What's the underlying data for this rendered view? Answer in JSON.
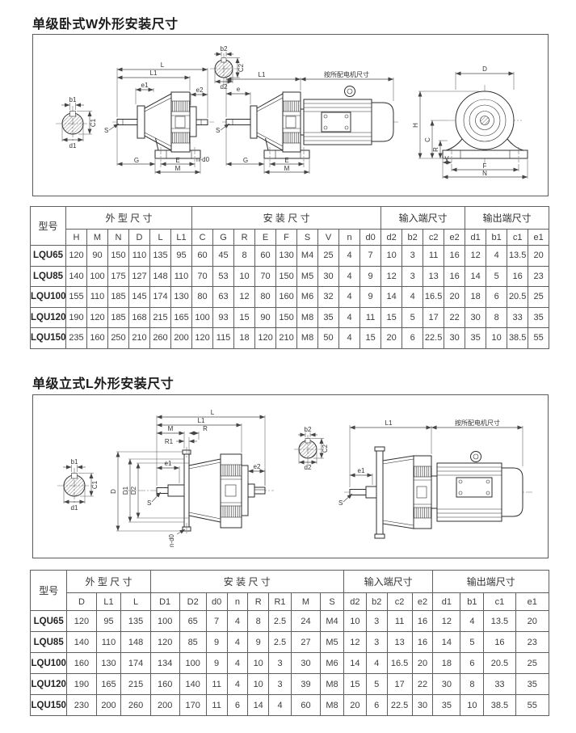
{
  "sections": [
    {
      "title": "单级卧式W外形安装尺寸",
      "table": {
        "model_col_header": "型号",
        "groups": [
          {
            "label": "外 型 尺 寸",
            "cols": [
              "H",
              "M",
              "N",
              "D",
              "L",
              "L1"
            ]
          },
          {
            "label": "安  装  尺  寸",
            "cols": [
              "C",
              "G",
              "R",
              "E",
              "F",
              "S",
              "V",
              "n",
              "d0"
            ]
          },
          {
            "label": "输入端尺寸",
            "cols": [
              "d2",
              "b2",
              "c2",
              "e2"
            ]
          },
          {
            "label": "输出端尺寸",
            "cols": [
              "d1",
              "b1",
              "c1",
              "e1"
            ]
          }
        ],
        "rows": [
          {
            "model": "LQU65",
            "values": [
              "120",
              "90",
              "150",
              "110",
              "135",
              "95",
              "60",
              "45",
              "8",
              "60",
              "130",
              "M4",
              "25",
              "4",
              "7",
              "10",
              "3",
              "11",
              "16",
              "12",
              "4",
              "13.5",
              "20"
            ]
          },
          {
            "model": "LQU85",
            "values": [
              "140",
              "100",
              "175",
              "127",
              "148",
              "110",
              "70",
              "53",
              "10",
              "70",
              "150",
              "M5",
              "30",
              "4",
              "9",
              "12",
              "3",
              "13",
              "16",
              "14",
              "5",
              "16",
              "23"
            ]
          },
          {
            "model": "LQU100",
            "values": [
              "155",
              "110",
              "185",
              "145",
              "174",
              "130",
              "80",
              "63",
              "12",
              "80",
              "160",
              "M6",
              "32",
              "4",
              "9",
              "14",
              "4",
              "16.5",
              "20",
              "18",
              "6",
              "20.5",
              "25"
            ]
          },
          {
            "model": "LQU120",
            "values": [
              "190",
              "120",
              "185",
              "168",
              "215",
              "165",
              "100",
              "93",
              "15",
              "90",
              "150",
              "M8",
              "35",
              "4",
              "11",
              "15",
              "5",
              "17",
              "22",
              "30",
              "8",
              "33",
              "35"
            ]
          },
          {
            "model": "LQU150",
            "values": [
              "235",
              "160",
              "250",
              "210",
              "260",
              "200",
              "120",
              "115",
              "18",
              "120",
              "210",
              "M8",
              "50",
              "4",
              "15",
              "20",
              "6",
              "22.5",
              "30",
              "35",
              "10",
              "38.5",
              "55"
            ]
          }
        ]
      }
    },
    {
      "title": "单级立式L外形安装尺寸",
      "table": {
        "model_col_header": "型号",
        "groups": [
          {
            "label": "外 型 尺 寸",
            "cols": [
              "D",
              "L1",
              "L"
            ]
          },
          {
            "label": "安  装  尺  寸",
            "cols": [
              "D1",
              "D2",
              "d0",
              "n",
              "R",
              "R1",
              "M",
              "S"
            ]
          },
          {
            "label": "输入端尺寸",
            "cols": [
              "d2",
              "b2",
              "c2",
              "e2"
            ]
          },
          {
            "label": "输出端尺寸",
            "cols": [
              "d1",
              "b1",
              "c1",
              "e1"
            ]
          }
        ],
        "rows": [
          {
            "model": "LQU65",
            "values": [
              "120",
              "95",
              "135",
              "100",
              "65",
              "7",
              "4",
              "8",
              "2.5",
              "24",
              "M4",
              "10",
              "3",
              "11",
              "16",
              "12",
              "4",
              "13.5",
              "20"
            ]
          },
          {
            "model": "LQU85",
            "values": [
              "140",
              "110",
              "148",
              "120",
              "85",
              "9",
              "4",
              "9",
              "2.5",
              "27",
              "M5",
              "12",
              "3",
              "13",
              "16",
              "14",
              "5",
              "16",
              "23"
            ]
          },
          {
            "model": "LQU100",
            "values": [
              "160",
              "130",
              "174",
              "134",
              "100",
              "9",
              "4",
              "10",
              "3",
              "30",
              "M6",
              "14",
              "4",
              "16.5",
              "20",
              "18",
              "6",
              "20.5",
              "25"
            ]
          },
          {
            "model": "LQU120",
            "values": [
              "190",
              "165",
              "215",
              "160",
              "140",
              "11",
              "4",
              "10",
              "3",
              "39",
              "M8",
              "15",
              "5",
              "17",
              "22",
              "30",
              "8",
              "33",
              "35"
            ]
          },
          {
            "model": "LQU150",
            "values": [
              "230",
              "200",
              "260",
              "200",
              "170",
              "11",
              "6",
              "14",
              "4",
              "60",
              "M8",
              "20",
              "6",
              "22.5",
              "30",
              "35",
              "10",
              "38.5",
              "55"
            ]
          }
        ]
      }
    }
  ],
  "dims": {
    "b1": "b1",
    "d1": "d1",
    "C1": "C1",
    "b2": "b2",
    "d2": "d2",
    "C2": "C2",
    "L": "L",
    "L1": "L1",
    "e": "e",
    "e1": "e1",
    "e2": "e2",
    "S": "S",
    "G": "G",
    "E": "E",
    "M": "M",
    "V": "V",
    "F": "F",
    "N": "N",
    "D": "D",
    "H": "H",
    "C": "C",
    "R": "R",
    "R1": "R1",
    "D1": "D1",
    "D2": "D2",
    "n_d0": "n-d0",
    "motor_note": "按所配电机尺寸"
  }
}
